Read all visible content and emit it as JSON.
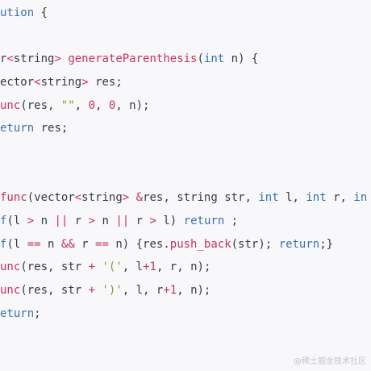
{
  "colors": {
    "background": "#f8f8fa",
    "plain": "#383a42",
    "keyword": "#3b6fb6",
    "type": "#2f6fb0",
    "function": "#c8325b",
    "string": "#7f9f2a",
    "number": "#c8325b",
    "operator": "#c8325b",
    "watermark": "#c3c6cc"
  },
  "code_lines": [
    {
      "tokens": [
        {
          "t": "ution",
          "c": "keyword"
        },
        {
          "t": " {",
          "c": "plain"
        }
      ]
    },
    {
      "tokens": []
    },
    {
      "tokens": [
        {
          "t": "r",
          "c": "plain"
        },
        {
          "t": "<",
          "c": "operator"
        },
        {
          "t": "string",
          "c": "plain"
        },
        {
          "t": ">",
          "c": "operator"
        },
        {
          "t": " ",
          "c": "plain"
        },
        {
          "t": "generateParenthesis",
          "c": "function"
        },
        {
          "t": "(",
          "c": "plain"
        },
        {
          "t": "int",
          "c": "type"
        },
        {
          "t": " n) {",
          "c": "plain"
        }
      ]
    },
    {
      "tokens": [
        {
          "t": "ector",
          "c": "plain"
        },
        {
          "t": "<",
          "c": "operator"
        },
        {
          "t": "string",
          "c": "plain"
        },
        {
          "t": ">",
          "c": "operator"
        },
        {
          "t": " res;",
          "c": "plain"
        }
      ]
    },
    {
      "tokens": [
        {
          "t": "unc",
          "c": "function"
        },
        {
          "t": "(res, ",
          "c": "plain"
        },
        {
          "t": "\"\"",
          "c": "string"
        },
        {
          "t": ", ",
          "c": "plain"
        },
        {
          "t": "0",
          "c": "number"
        },
        {
          "t": ", ",
          "c": "plain"
        },
        {
          "t": "0",
          "c": "number"
        },
        {
          "t": ", n);",
          "c": "plain"
        }
      ]
    },
    {
      "tokens": [
        {
          "t": "eturn",
          "c": "keyword"
        },
        {
          "t": " res;",
          "c": "plain"
        }
      ]
    },
    {
      "tokens": []
    },
    {
      "tokens": []
    },
    {
      "tokens": [
        {
          "t": "func",
          "c": "function"
        },
        {
          "t": "(vector",
          "c": "plain"
        },
        {
          "t": "<",
          "c": "operator"
        },
        {
          "t": "string",
          "c": "plain"
        },
        {
          "t": ">",
          "c": "operator"
        },
        {
          "t": " ",
          "c": "plain"
        },
        {
          "t": "&",
          "c": "operator"
        },
        {
          "t": "res, string str, ",
          "c": "plain"
        },
        {
          "t": "int",
          "c": "type"
        },
        {
          "t": " l, ",
          "c": "plain"
        },
        {
          "t": "int",
          "c": "type"
        },
        {
          "t": " r, ",
          "c": "plain"
        },
        {
          "t": "in",
          "c": "type"
        }
      ]
    },
    {
      "tokens": [
        {
          "t": "f",
          "c": "keyword"
        },
        {
          "t": "(l ",
          "c": "plain"
        },
        {
          "t": ">",
          "c": "operator"
        },
        {
          "t": " n ",
          "c": "plain"
        },
        {
          "t": "||",
          "c": "operator"
        },
        {
          "t": " r ",
          "c": "plain"
        },
        {
          "t": ">",
          "c": "operator"
        },
        {
          "t": " n ",
          "c": "plain"
        },
        {
          "t": "||",
          "c": "operator"
        },
        {
          "t": " r ",
          "c": "plain"
        },
        {
          "t": ">",
          "c": "operator"
        },
        {
          "t": " l) ",
          "c": "plain"
        },
        {
          "t": "return",
          "c": "keyword"
        },
        {
          "t": " ;",
          "c": "plain"
        }
      ]
    },
    {
      "tokens": [
        {
          "t": "f",
          "c": "keyword"
        },
        {
          "t": "(l ",
          "c": "plain"
        },
        {
          "t": "==",
          "c": "operator"
        },
        {
          "t": " n ",
          "c": "plain"
        },
        {
          "t": "&&",
          "c": "operator"
        },
        {
          "t": " r ",
          "c": "plain"
        },
        {
          "t": "==",
          "c": "operator"
        },
        {
          "t": " n) {res.",
          "c": "plain"
        },
        {
          "t": "push_back",
          "c": "function"
        },
        {
          "t": "(str); ",
          "c": "plain"
        },
        {
          "t": "return",
          "c": "keyword"
        },
        {
          "t": ";}",
          "c": "plain"
        }
      ]
    },
    {
      "tokens": [
        {
          "t": "unc",
          "c": "function"
        },
        {
          "t": "(res, str ",
          "c": "plain"
        },
        {
          "t": "+",
          "c": "operator"
        },
        {
          "t": " ",
          "c": "plain"
        },
        {
          "t": "'('",
          "c": "string"
        },
        {
          "t": ", l",
          "c": "plain"
        },
        {
          "t": "+",
          "c": "operator"
        },
        {
          "t": "1",
          "c": "number"
        },
        {
          "t": ", r, n);",
          "c": "plain"
        }
      ]
    },
    {
      "tokens": [
        {
          "t": "unc",
          "c": "function"
        },
        {
          "t": "(res, str ",
          "c": "plain"
        },
        {
          "t": "+",
          "c": "operator"
        },
        {
          "t": " ",
          "c": "plain"
        },
        {
          "t": "')'",
          "c": "string"
        },
        {
          "t": ", l, r",
          "c": "plain"
        },
        {
          "t": "+",
          "c": "operator"
        },
        {
          "t": "1",
          "c": "number"
        },
        {
          "t": ", n);",
          "c": "plain"
        }
      ]
    },
    {
      "tokens": [
        {
          "t": "eturn",
          "c": "keyword"
        },
        {
          "t": ";",
          "c": "plain"
        }
      ]
    }
  ],
  "watermark": {
    "text": "@稀土掘金技术社区"
  }
}
